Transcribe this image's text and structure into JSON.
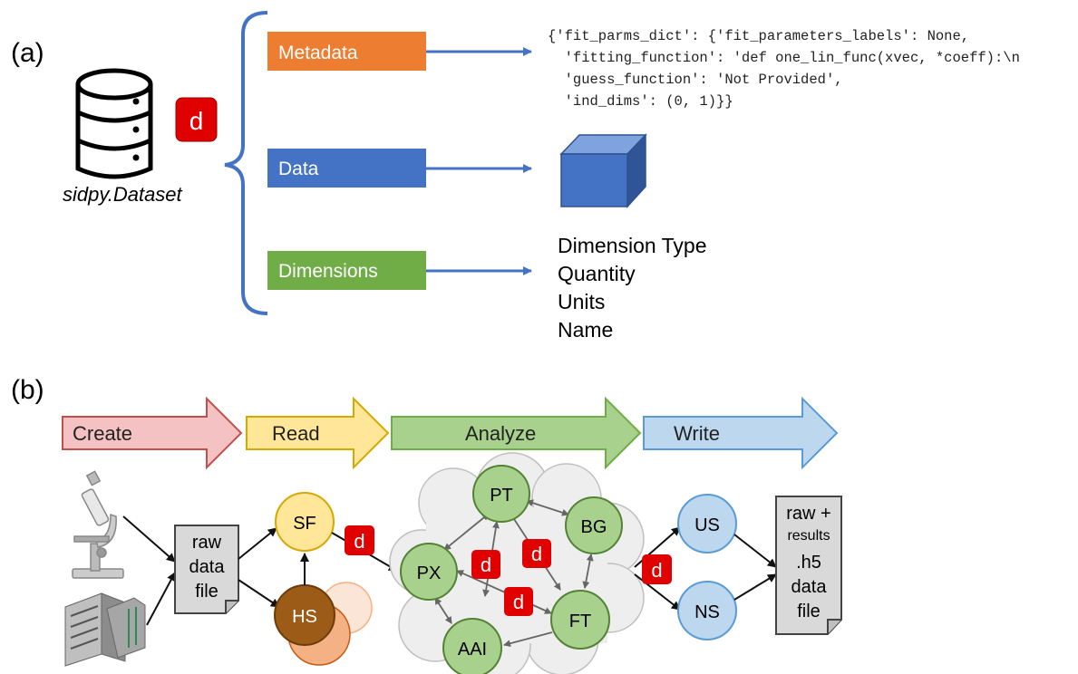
{
  "panel_a": {
    "label": "(a)",
    "dataset_caption": "sidpy.Dataset",
    "d_badge": "d",
    "metadata_label": "Metadata",
    "data_label": "Data",
    "dimensions_label": "Dimensions",
    "metadata_code": [
      "{'fit_parms_dict': {'fit_parameters_labels': None,",
      "  'fitting_function': 'def one_lin_func(xvec, *coeff):\\n",
      "  'guess_function': 'Not Provided',",
      "  'ind_dims': (0, 1)}}"
    ],
    "dimension_props": [
      "Dimension Type",
      "Quantity",
      "Units",
      "Name"
    ]
  },
  "panel_b": {
    "label": "(b)",
    "stages": [
      "Create",
      "Read",
      "Analyze",
      "Write"
    ],
    "raw_file": [
      "raw",
      "data",
      "file"
    ],
    "result_file": [
      "raw +",
      "results",
      ".h5",
      "data",
      "file"
    ],
    "nodes": {
      "sf": "SF",
      "hs": "HS",
      "pt": "PT",
      "bg": "BG",
      "px": "PX",
      "ft": "FT",
      "aai": "AAI",
      "us": "US",
      "ns": "NS"
    },
    "d_badge": "d"
  },
  "colors": {
    "metadata": "#ED7D31",
    "data": "#4472C4",
    "dimensions": "#70AD47",
    "badge": "#E00000",
    "create": "#F4C2C2",
    "read": "#FFE699",
    "analyze": "#A9D18E",
    "write": "#BDD7EE"
  }
}
